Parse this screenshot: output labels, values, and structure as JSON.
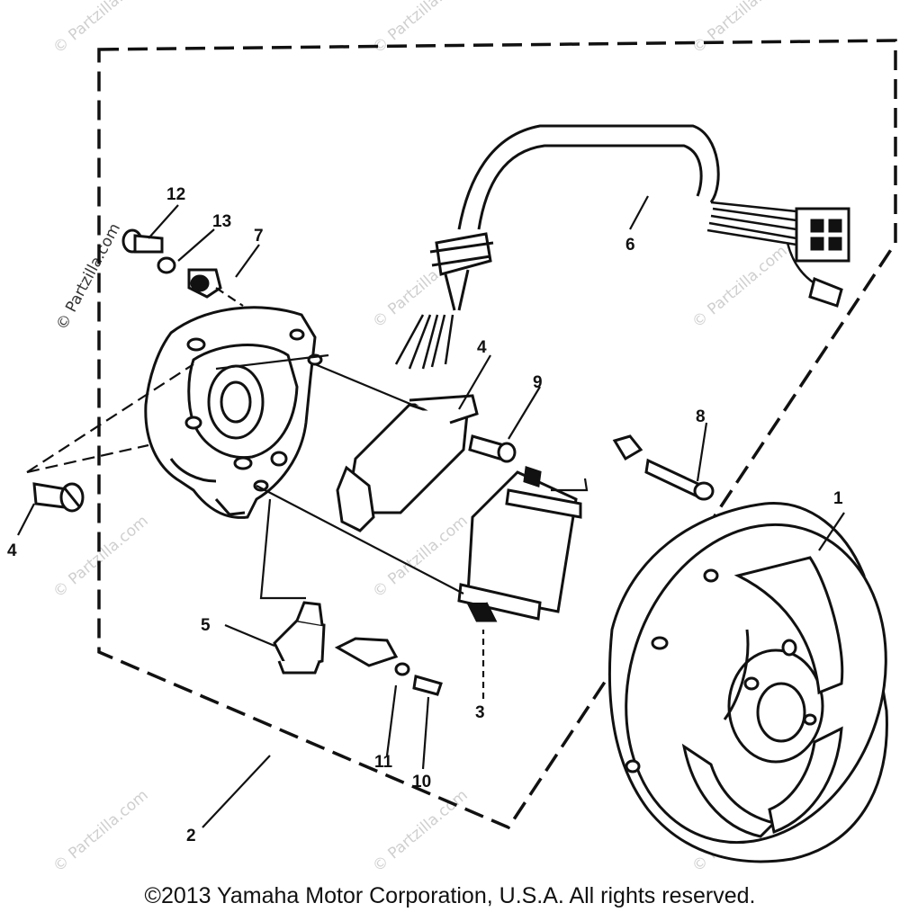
{
  "diagram": {
    "callouts": {
      "c1": "1",
      "c2": "2",
      "c3": "3",
      "c4a": "4",
      "c4b": "4",
      "c5": "5",
      "c6": "6",
      "c7": "7",
      "c8": "8",
      "c9": "9",
      "c10": "10",
      "c11": "11",
      "c12": "12",
      "c13": "13"
    },
    "watermark": "© Partzilla.com",
    "copyright": "©2013 Yamaha Motor Corporation, U.S.A. All rights reserved."
  }
}
